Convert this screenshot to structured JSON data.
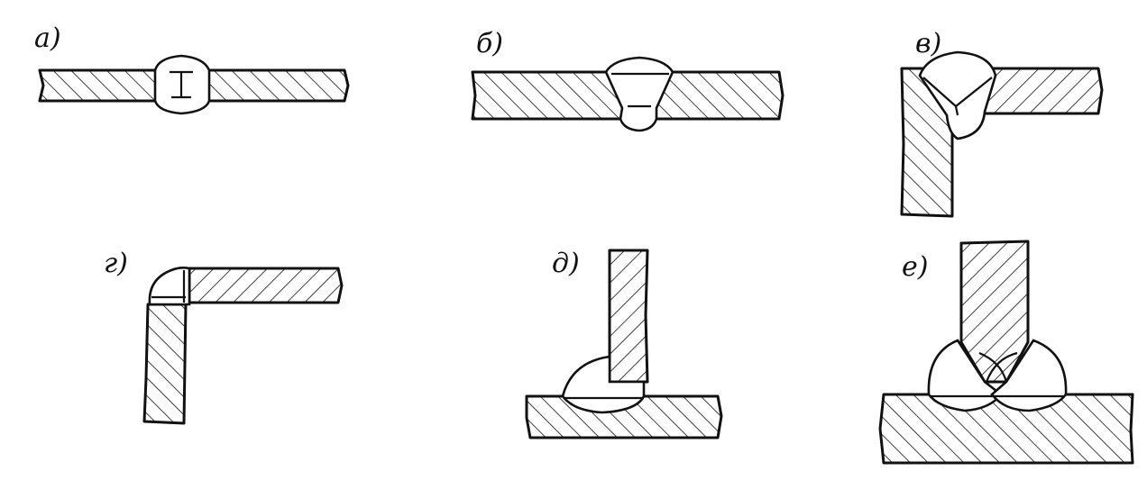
{
  "figure": {
    "panels": [
      {
        "id": "a",
        "label": "а)"
      },
      {
        "id": "b",
        "label": "б)"
      },
      {
        "id": "v",
        "label": "в)"
      },
      {
        "id": "g",
        "label": "г)"
      },
      {
        "id": "d",
        "label": "д)"
      },
      {
        "id": "e",
        "label": "е)"
      }
    ],
    "colors": {
      "ink": "#111111",
      "background": "#ffffff"
    }
  }
}
